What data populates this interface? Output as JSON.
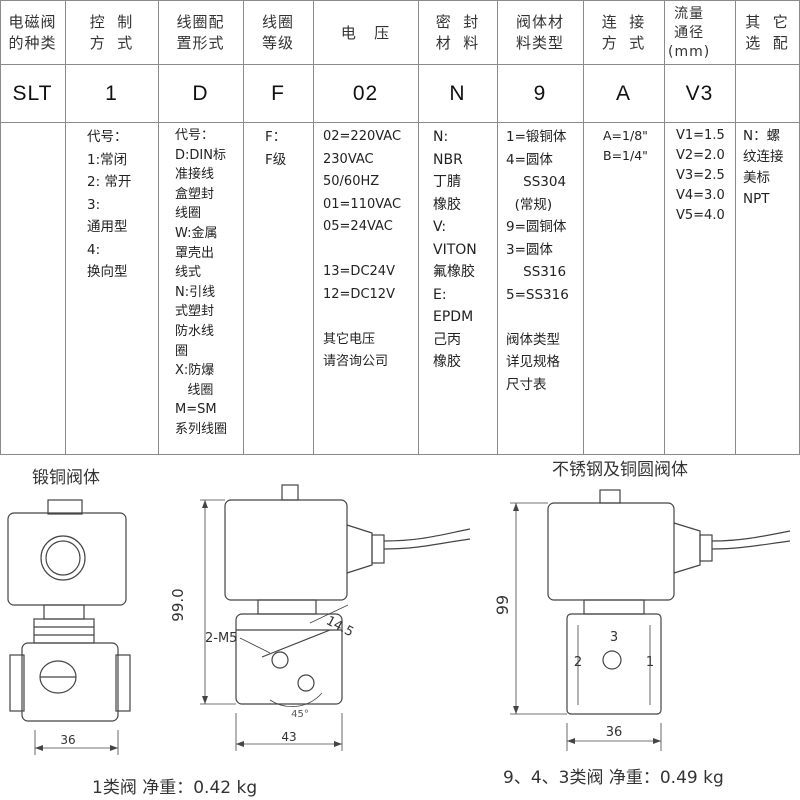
{
  "table": {
    "columns": [
      {
        "header": "电磁阀\n的种类",
        "code": "SLT",
        "desc": ""
      },
      {
        "header": "控  制\n方  式",
        "code": "1",
        "desc": "代号：\n1:常闭\n2: 常开\n3:\n通用型\n4:\n换向型"
      },
      {
        "header": "线圈配\n置形式",
        "code": "D",
        "desc": "代号：\nD:DIN标\n准接线\n盒塑封\n线圈\nW:金属\n罩壳出\n线式\nN:引线\n式塑封\n防水线\n圈\nX:防爆\n   线圈\nM=SM\n系列线圈"
      },
      {
        "header": "线圈\n等级",
        "code": "F",
        "desc": "F：\nF级"
      },
      {
        "header": "电   压",
        "code": "02",
        "desc": "02=220VAC\n230VAC\n50/60HZ\n01=110VAC\n05=24VAC\n\n13=DC24V\n12=DC12V\n\n其它电压\n请咨询公司"
      },
      {
        "header": "密  封\n材  料",
        "code": "N",
        "desc": "N:\nNBR\n丁腈\n橡胶\nV:\nVITON\n氟橡胶\nE:\nEPDM\n己丙\n橡胶"
      },
      {
        "header": "阀体材\n料类型",
        "code": "9",
        "desc": "1=锻铜体\n4=圆体\n    SS304\n  (常规)\n9=圆铜体\n3=圆体\n    SS316\n5=SS316\n\n阀体类型\n详见规格\n尺寸表"
      },
      {
        "header": "连  接\n方  式",
        "code": "A",
        "desc": "A=1/8\"\nB=1/4\""
      },
      {
        "header": "流量\n通径\n(mm)",
        "code": "V3",
        "desc": "V1=1.5\nV2=2.0\nV3=2.5\nV4=3.0\nV5=4.0"
      },
      {
        "header": "其  它\n选  配",
        "code": "",
        "desc": "N：螺\n纹连接\n美标\nNPT"
      }
    ]
  },
  "drawings": {
    "left_title": "锻铜阀体",
    "right_title": "不锈钢及铜圆阀体",
    "left_caption": "1类阀 净重：0.42 kg",
    "right_caption": "9、4、3类阀 净重：0.49 kg",
    "dims": {
      "forged_width": "36",
      "forged_side_width": "43",
      "forged_height": "99.0",
      "forged_screw": "2-M5",
      "forged_spacing": "14.5",
      "forged_angle": "45°",
      "round_height": "99",
      "round_width": "36",
      "port_1": "1",
      "port_2": "2",
      "port_3": "3"
    }
  }
}
